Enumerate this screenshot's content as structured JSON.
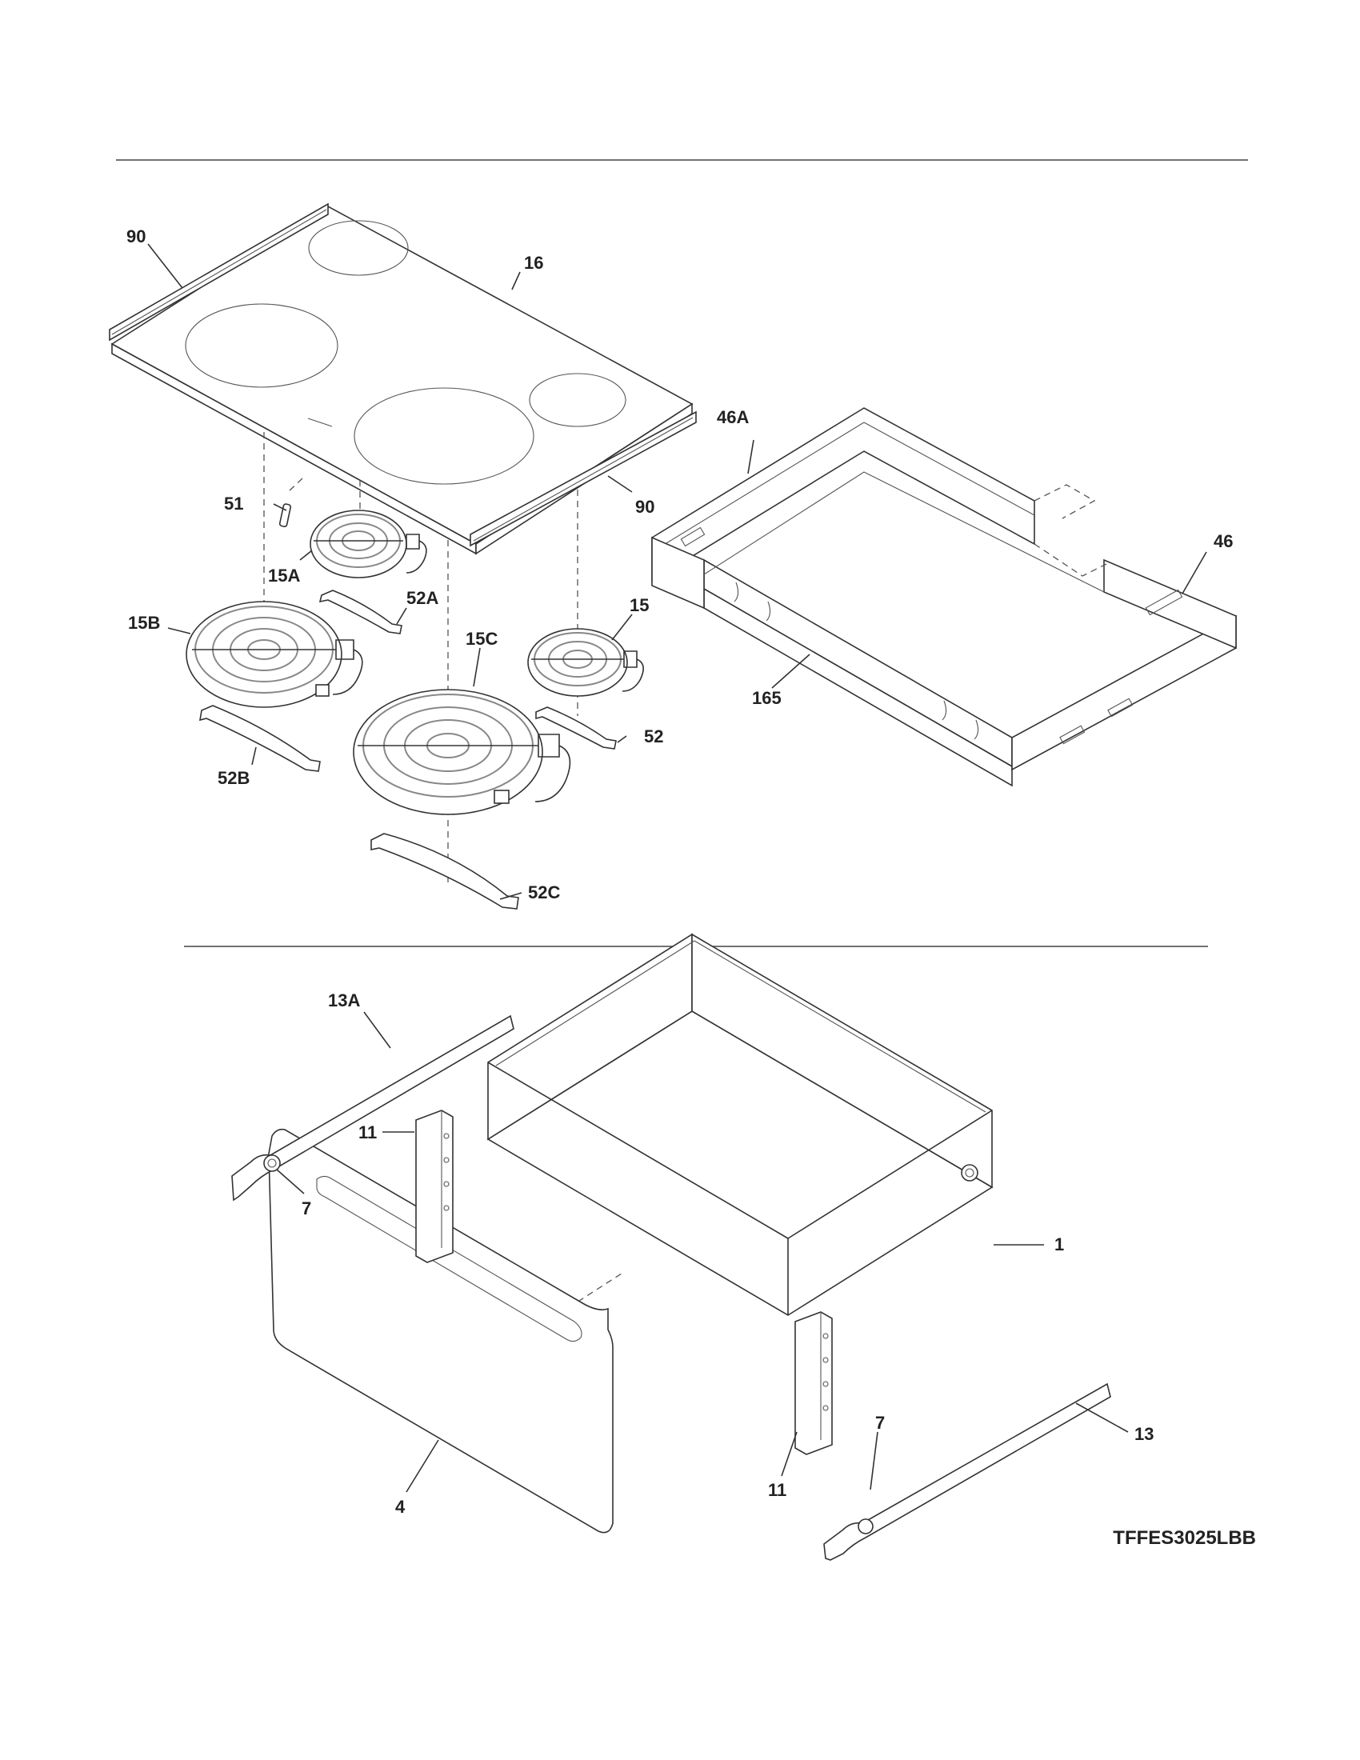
{
  "diagram": {
    "model_code": "TFFES3025LBB",
    "callouts": {
      "90_left": "90",
      "16": "16",
      "46A": "46A",
      "51": "51",
      "90_right": "90",
      "46": "46",
      "15A": "15A",
      "52A": "52A",
      "15B": "15B",
      "15C": "15C",
      "15": "15",
      "165": "165",
      "52": "52",
      "52B": "52B",
      "52C": "52C",
      "13A": "13A",
      "11_top": "11",
      "7_left": "7",
      "1": "1",
      "7_right": "7",
      "13": "13",
      "11_bottom": "11",
      "4": "4"
    }
  }
}
